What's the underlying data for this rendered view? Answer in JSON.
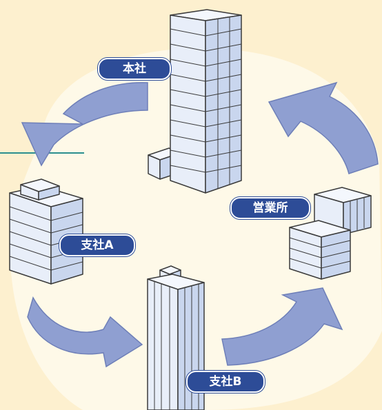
{
  "colors": {
    "background": "#fdf0cf",
    "blob": "#fef9e8",
    "arrow": "#8f9fd1",
    "arrow_stroke": "#6e7fb8",
    "building_face": "#e8eef9",
    "building_side": "#c9d6ee",
    "building_line": "#3a3a3a",
    "label_bg": "#2d4c97",
    "label_text": "#ffffff",
    "teal_line": "#2a8f8f"
  },
  "labels": {
    "headquarters": "本社",
    "branch_a": "支社A",
    "branch_b": "支社B",
    "sales_office": "営業所"
  }
}
